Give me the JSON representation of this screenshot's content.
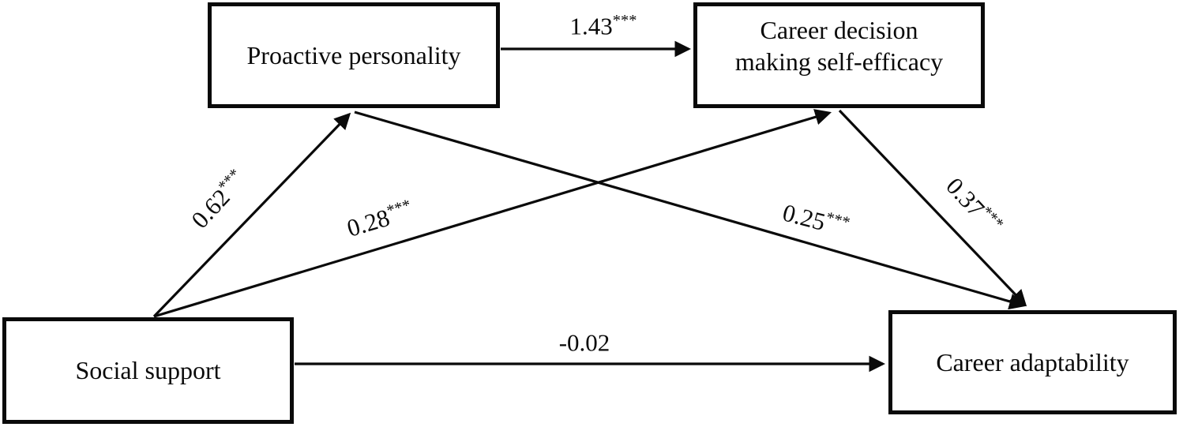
{
  "diagram": {
    "background_color": "#ffffff",
    "line_color": "#0a0a0a",
    "nodes": {
      "proactive": {
        "label": "Proactive personality"
      },
      "cdmse": {
        "line1": "Career decision",
        "line2": "making self-efficacy"
      },
      "social": {
        "label": "Social support"
      },
      "adapt": {
        "label": "Career adaptability"
      }
    },
    "edges": {
      "pp_to_cdmse": {
        "from": "Proactive personality",
        "to": "Career decision making self-efficacy",
        "coef": "1.43",
        "stars": "***"
      },
      "ss_to_pp": {
        "from": "Social support",
        "to": "Proactive personality",
        "coef": "0.62",
        "stars": "***"
      },
      "ss_to_cdmse": {
        "from": "Social support",
        "to": "Career decision making self-efficacy",
        "coef": "0.28",
        "stars": "***"
      },
      "ss_to_ca": {
        "from": "Social support",
        "to": "Career adaptability",
        "coef": "-0.02",
        "stars": ""
      },
      "pp_to_ca": {
        "from": "Proactive personality",
        "to": "Career adaptability",
        "coef": "0.25",
        "stars": "***"
      },
      "cdmse_to_ca": {
        "from": "Career decision making self-efficacy",
        "to": "Career adaptability",
        "coef": "0.37",
        "stars": "***"
      }
    }
  }
}
